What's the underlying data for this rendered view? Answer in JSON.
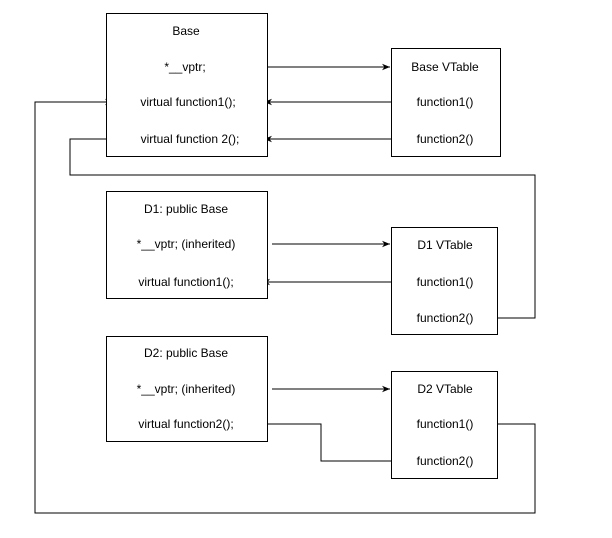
{
  "base": {
    "title": "Base",
    "vptr": "*__vptr;",
    "function1": "virtual function1();",
    "function2": "virtual function 2();"
  },
  "base_vtable": {
    "title": "Base VTable",
    "function1": "function1()",
    "function2": "function2()"
  },
  "d1": {
    "title": "D1: public Base",
    "vptr": "*__vptr; (inherited)",
    "function1": "virtual function1();"
  },
  "d1_vtable": {
    "title": "D1 VTable",
    "function1": "function1()",
    "function2": "function2()"
  },
  "d2": {
    "title": "D2: public Base",
    "vptr": "*__vptr; (inherited)",
    "function2": "virtual function2();"
  },
  "d2_vtable": {
    "title": "D2 VTable",
    "function1": "function1()",
    "function2": "function2()"
  },
  "colors": {
    "line": "#000000",
    "background": "#ffffff"
  }
}
